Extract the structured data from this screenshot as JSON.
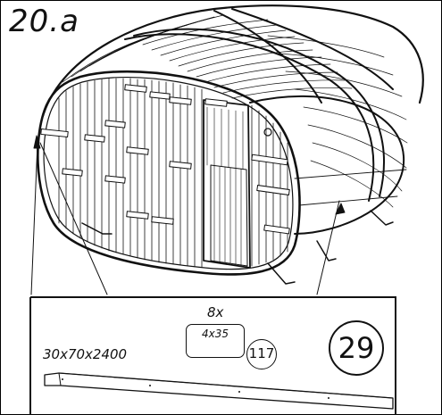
{
  "step": {
    "label": "20.a"
  },
  "callout": {
    "count": "8x",
    "screw_size": "4x35",
    "screw_part_number": "117",
    "board_dimensions": "30x70x2400",
    "part_number": "29"
  },
  "drawing": {
    "subject": "barrel-sauna-isometric",
    "stroke_color": "#111111",
    "background": "#ffffff"
  }
}
